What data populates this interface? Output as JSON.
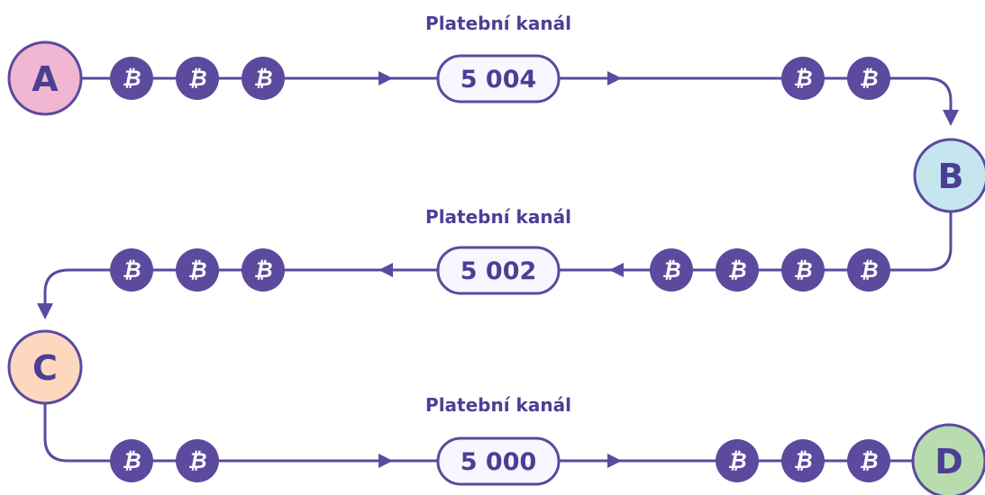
{
  "colors": {
    "line": "#5b4a9e",
    "coin": "#5b4a9e",
    "text": "#4b3f95",
    "box_fill": "#f8f7ff",
    "node_a": "#f1b6d1",
    "node_b": "#c6e6ef",
    "node_c": "#fdd8bf",
    "node_d": "#b8dcae"
  },
  "nodes": [
    {
      "id": "a",
      "label": "A",
      "color_key": "node_a"
    },
    {
      "id": "b",
      "label": "B",
      "color_key": "node_b"
    },
    {
      "id": "c",
      "label": "C",
      "color_key": "node_c"
    },
    {
      "id": "d",
      "label": "D",
      "color_key": "node_d"
    }
  ],
  "channels": [
    {
      "title": "Platební kanál",
      "amount": "5 004",
      "coins_before": 3,
      "coins_after": 2,
      "from": "A",
      "to": "B"
    },
    {
      "title": "Platební kanál",
      "amount": "5 002",
      "coins_before": 4,
      "coins_after": 3,
      "from": "B",
      "to": "C"
    },
    {
      "title": "Platební kanál",
      "amount": "5 000",
      "coins_before": 2,
      "coins_after": 3,
      "from": "C",
      "to": "D"
    }
  ],
  "coin_symbol": "₿",
  "coin_icon": "bitcoin-icon"
}
